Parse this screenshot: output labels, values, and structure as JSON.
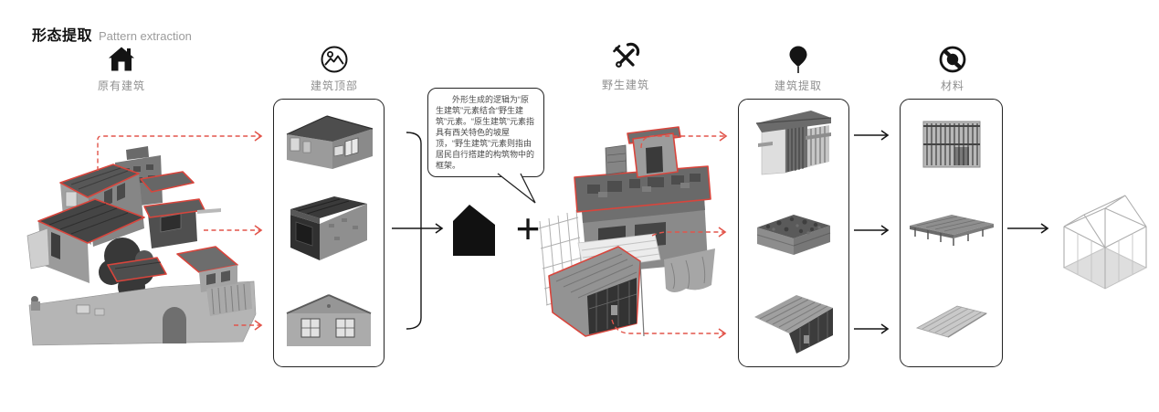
{
  "title": {
    "zh": "形态提取",
    "en": "Pattern extraction"
  },
  "stages": [
    {
      "id": "original-building",
      "label": "原有建筑",
      "icon": "home-icon"
    },
    {
      "id": "building-rooftop",
      "label": "建筑顶部",
      "icon": "photo-icon"
    },
    {
      "id": "wild-building",
      "label": "野生建筑",
      "icon": "tools-icon"
    },
    {
      "id": "building-extraction",
      "label": "建筑提取",
      "icon": "pin-icon"
    },
    {
      "id": "material",
      "label": "材料",
      "icon": "material-icon"
    }
  ],
  "callout": {
    "text": "外形生成的逻辑为“原生建筑”元素结合“野生建筑”元素。“原生建筑”元素指具有西关特色的坡屋顶，“野生建筑”元素则指由居民自行搭建的构筑物中的框架。"
  },
  "operators": {
    "plus": "+"
  },
  "colors": {
    "accent_red": "#e2554b",
    "roof_red": "#d8453c",
    "ink": "#161616",
    "gray_text": "#8f8f8f",
    "panel_border": "#232323"
  }
}
